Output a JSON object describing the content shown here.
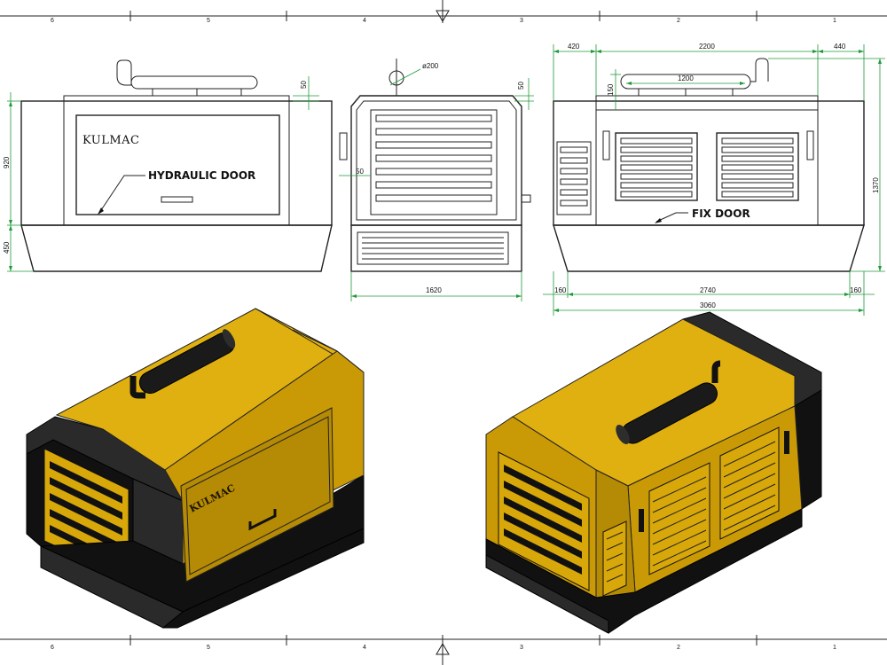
{
  "title_block": {
    "zones_top": [
      "6",
      "5",
      "4",
      "3",
      "2",
      "1"
    ],
    "zones_bottom": [
      "6",
      "5",
      "4",
      "3",
      "2",
      "1"
    ]
  },
  "views": {
    "front_view": {
      "brand": "KULMAC",
      "door_label": "HYDRAULIC DOOR",
      "dims": {
        "top_offset": "50",
        "body_height": "920",
        "base_height": "450"
      }
    },
    "side_view": {
      "dims": {
        "lift_eye": "ø200",
        "top_offset": "50",
        "side_offset": "50",
        "width": "1620"
      }
    },
    "rear_view": {
      "door_label": "FIX DOOR",
      "dims": {
        "left_overhang": "420",
        "body_length": "2200",
        "right_overhang": "440",
        "exhaust_length": "1200",
        "exhaust_height": "150",
        "total_height": "1370",
        "base_left": "160",
        "base_length": "2740",
        "base_right": "160",
        "total_length": "3060"
      }
    },
    "iso_left": {
      "brand": "KULMAC"
    }
  },
  "colors": {
    "body_yellow": "#e0b010",
    "body_yellow_shade": "#c99a06",
    "frame_black": "#111111",
    "dimension_green": "#1f9a3a",
    "line": "#222222"
  }
}
